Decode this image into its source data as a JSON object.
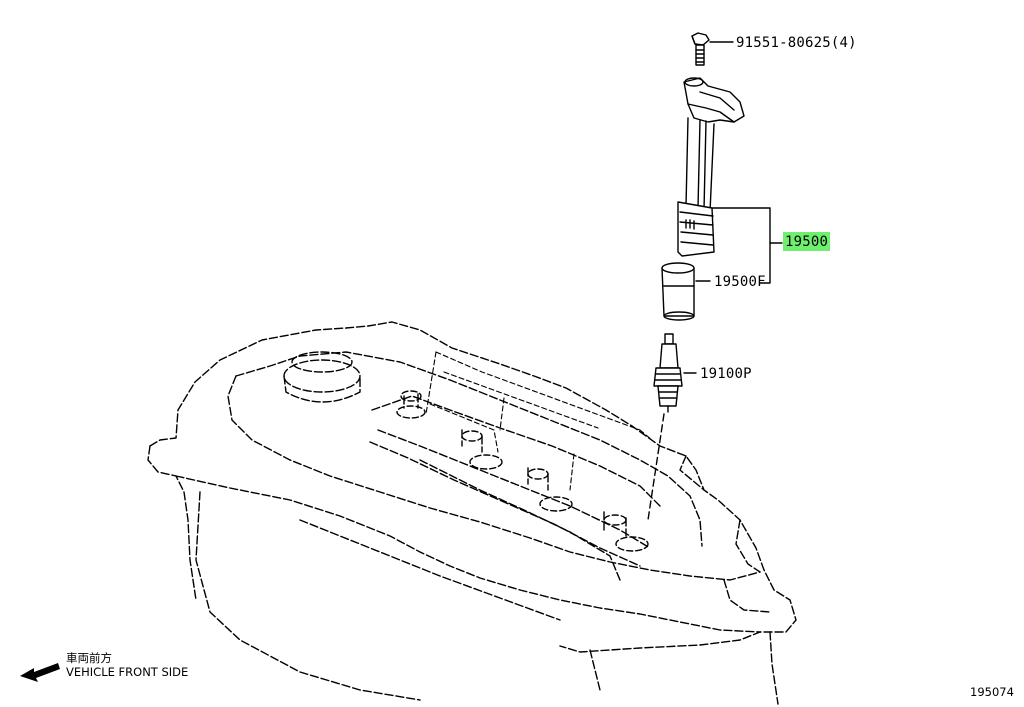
{
  "parts": {
    "bolt": "91551-80625(4)",
    "ignition_coil": "19500",
    "coil_boot": "19500F",
    "spark_plug": "19100P"
  },
  "direction": {
    "japanese": "車両前方",
    "english": "VEHICLE FRONT SIDE"
  },
  "diagram_code": "195074",
  "colors": {
    "highlight": "#6ef06e",
    "line": "#000000"
  }
}
